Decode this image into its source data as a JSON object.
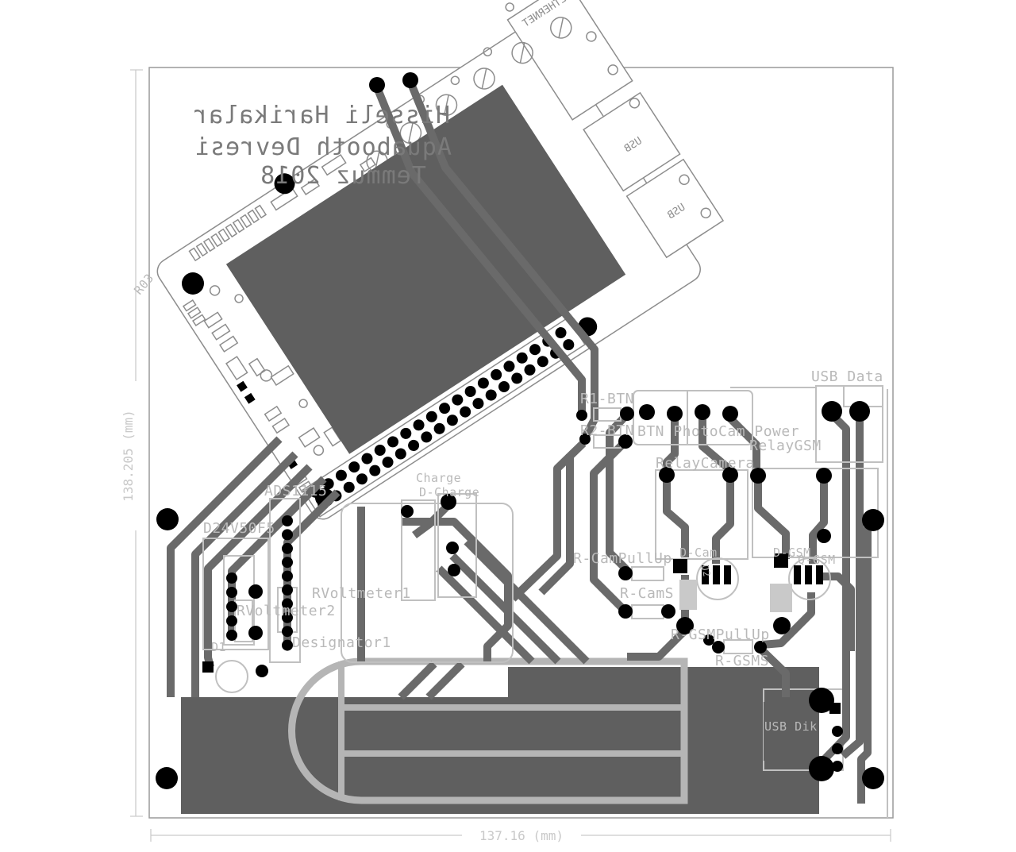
{
  "title_block": {
    "line1": "Hisseli Harikalar",
    "line2": "Aquabooth Devresi",
    "line3": "Temmuz 2018"
  },
  "dimensions": {
    "vertical": "138.205 (mm)",
    "horizontal": "137.16 (mm)"
  },
  "pi_module": {
    "ethernet": "ETHERNET",
    "usb": "USB"
  },
  "component_labels": {
    "usb_data": "USB Data",
    "r1_btn": "R1-BTN",
    "r2_btn": "R2-BTN",
    "btn_photocam_power": "BTN PhotoCam Power",
    "relay_gsm": "RelayGSM",
    "relay_camera": "RelayCamera",
    "charge": "Charge",
    "d_charge": "D-Charge",
    "ads1115": "ADS1115",
    "d24v50f5": "D24V50F5",
    "rvoltmeter1": "RVoltmeter1",
    "rvoltmeter2": "RVoltmeter2",
    "designator1": "Designator1",
    "r_campullup": "R-CamPullUp",
    "d_cam": "D-Cam",
    "r_cams": "R-CamS",
    "d_gsm": "D-GSM",
    "q_gsm": "Q-GSM",
    "q2": "Q2",
    "r_gsmpullup": "R-GSMPullUp",
    "r_gsms": "R-GSMS",
    "usb_dik": "USB Dik",
    "r03": "R03",
    "d1": "D1"
  },
  "colors": {
    "trace": "#6a6a6a",
    "pour": "#5f5f5f",
    "pad": "#000000",
    "silk": "#8d8d8d",
    "outline": "#c0c0c0",
    "label": "#b9b9b9",
    "dimension": "#c9c9c9",
    "board_edge": "#9a9a9a"
  }
}
